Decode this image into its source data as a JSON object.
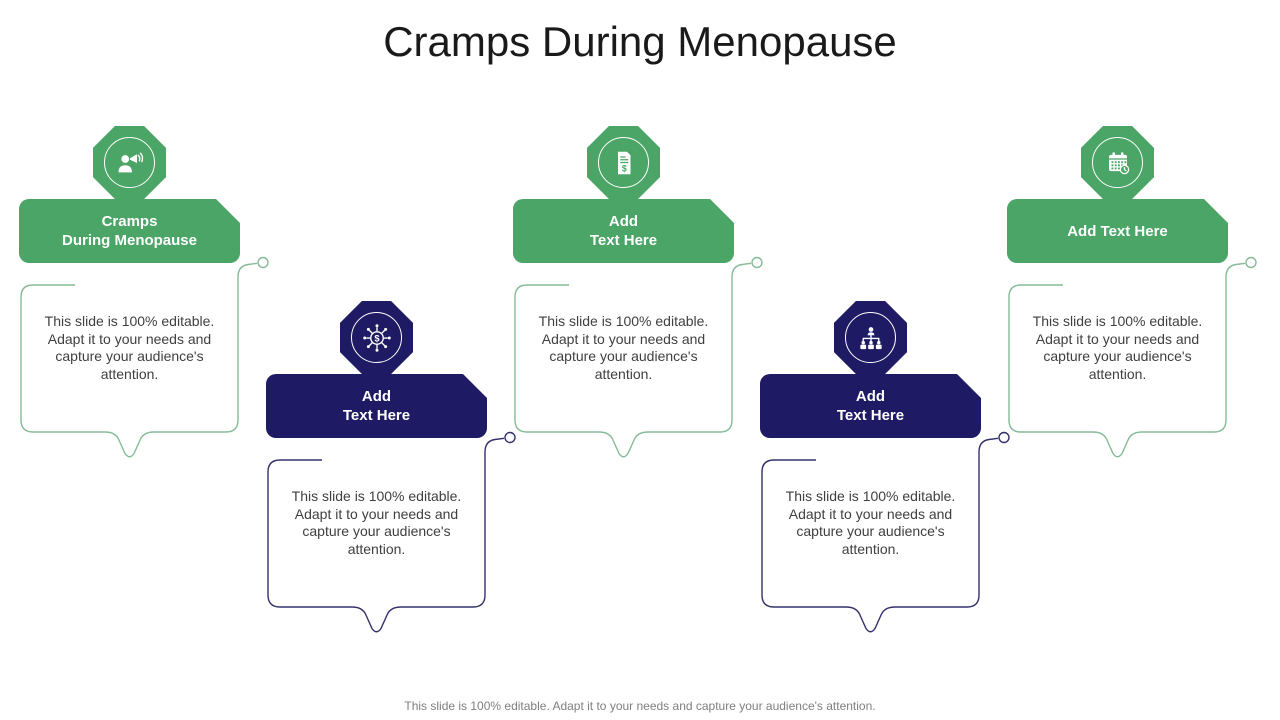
{
  "slide": {
    "title": "Cramps During Menopause",
    "footer": "This slide is 100% editable. Adapt it to your needs and capture your audience's attention.",
    "colors": {
      "green": "#4aa567",
      "navy": "#1e1a63",
      "green_outline": "#85bb97",
      "navy_outline": "#34316b",
      "body_text": "#3f3f3f",
      "title_text": "#1a1a1a",
      "footer_text": "#7f7f7f"
    },
    "items": [
      {
        "label": "Cramps\nDuring Menopause",
        "icon": "announcement-icon",
        "variant": "green",
        "body": "This slide is 100% editable. Adapt it to your needs and capture your audience's attention."
      },
      {
        "label": "Add\nText Here",
        "icon": "money-network-icon",
        "variant": "navy",
        "body": "This slide is 100% editable. Adapt it to your needs and capture your audience's attention."
      },
      {
        "label": "Add\nText Here",
        "icon": "billing-icon",
        "variant": "green",
        "body": "This slide is 100% editable. Adapt it to your needs and capture your audience's attention."
      },
      {
        "label": "Add\nText Here",
        "icon": "org-hierarchy-icon",
        "variant": "navy",
        "body": "This slide is 100% editable. Adapt it to your needs and capture your audience's attention."
      },
      {
        "label": "Add Text Here",
        "icon": "calendar-icon",
        "variant": "green",
        "body": "This slide is 100% editable. Adapt it to your needs and capture your audience's attention."
      }
    ]
  }
}
